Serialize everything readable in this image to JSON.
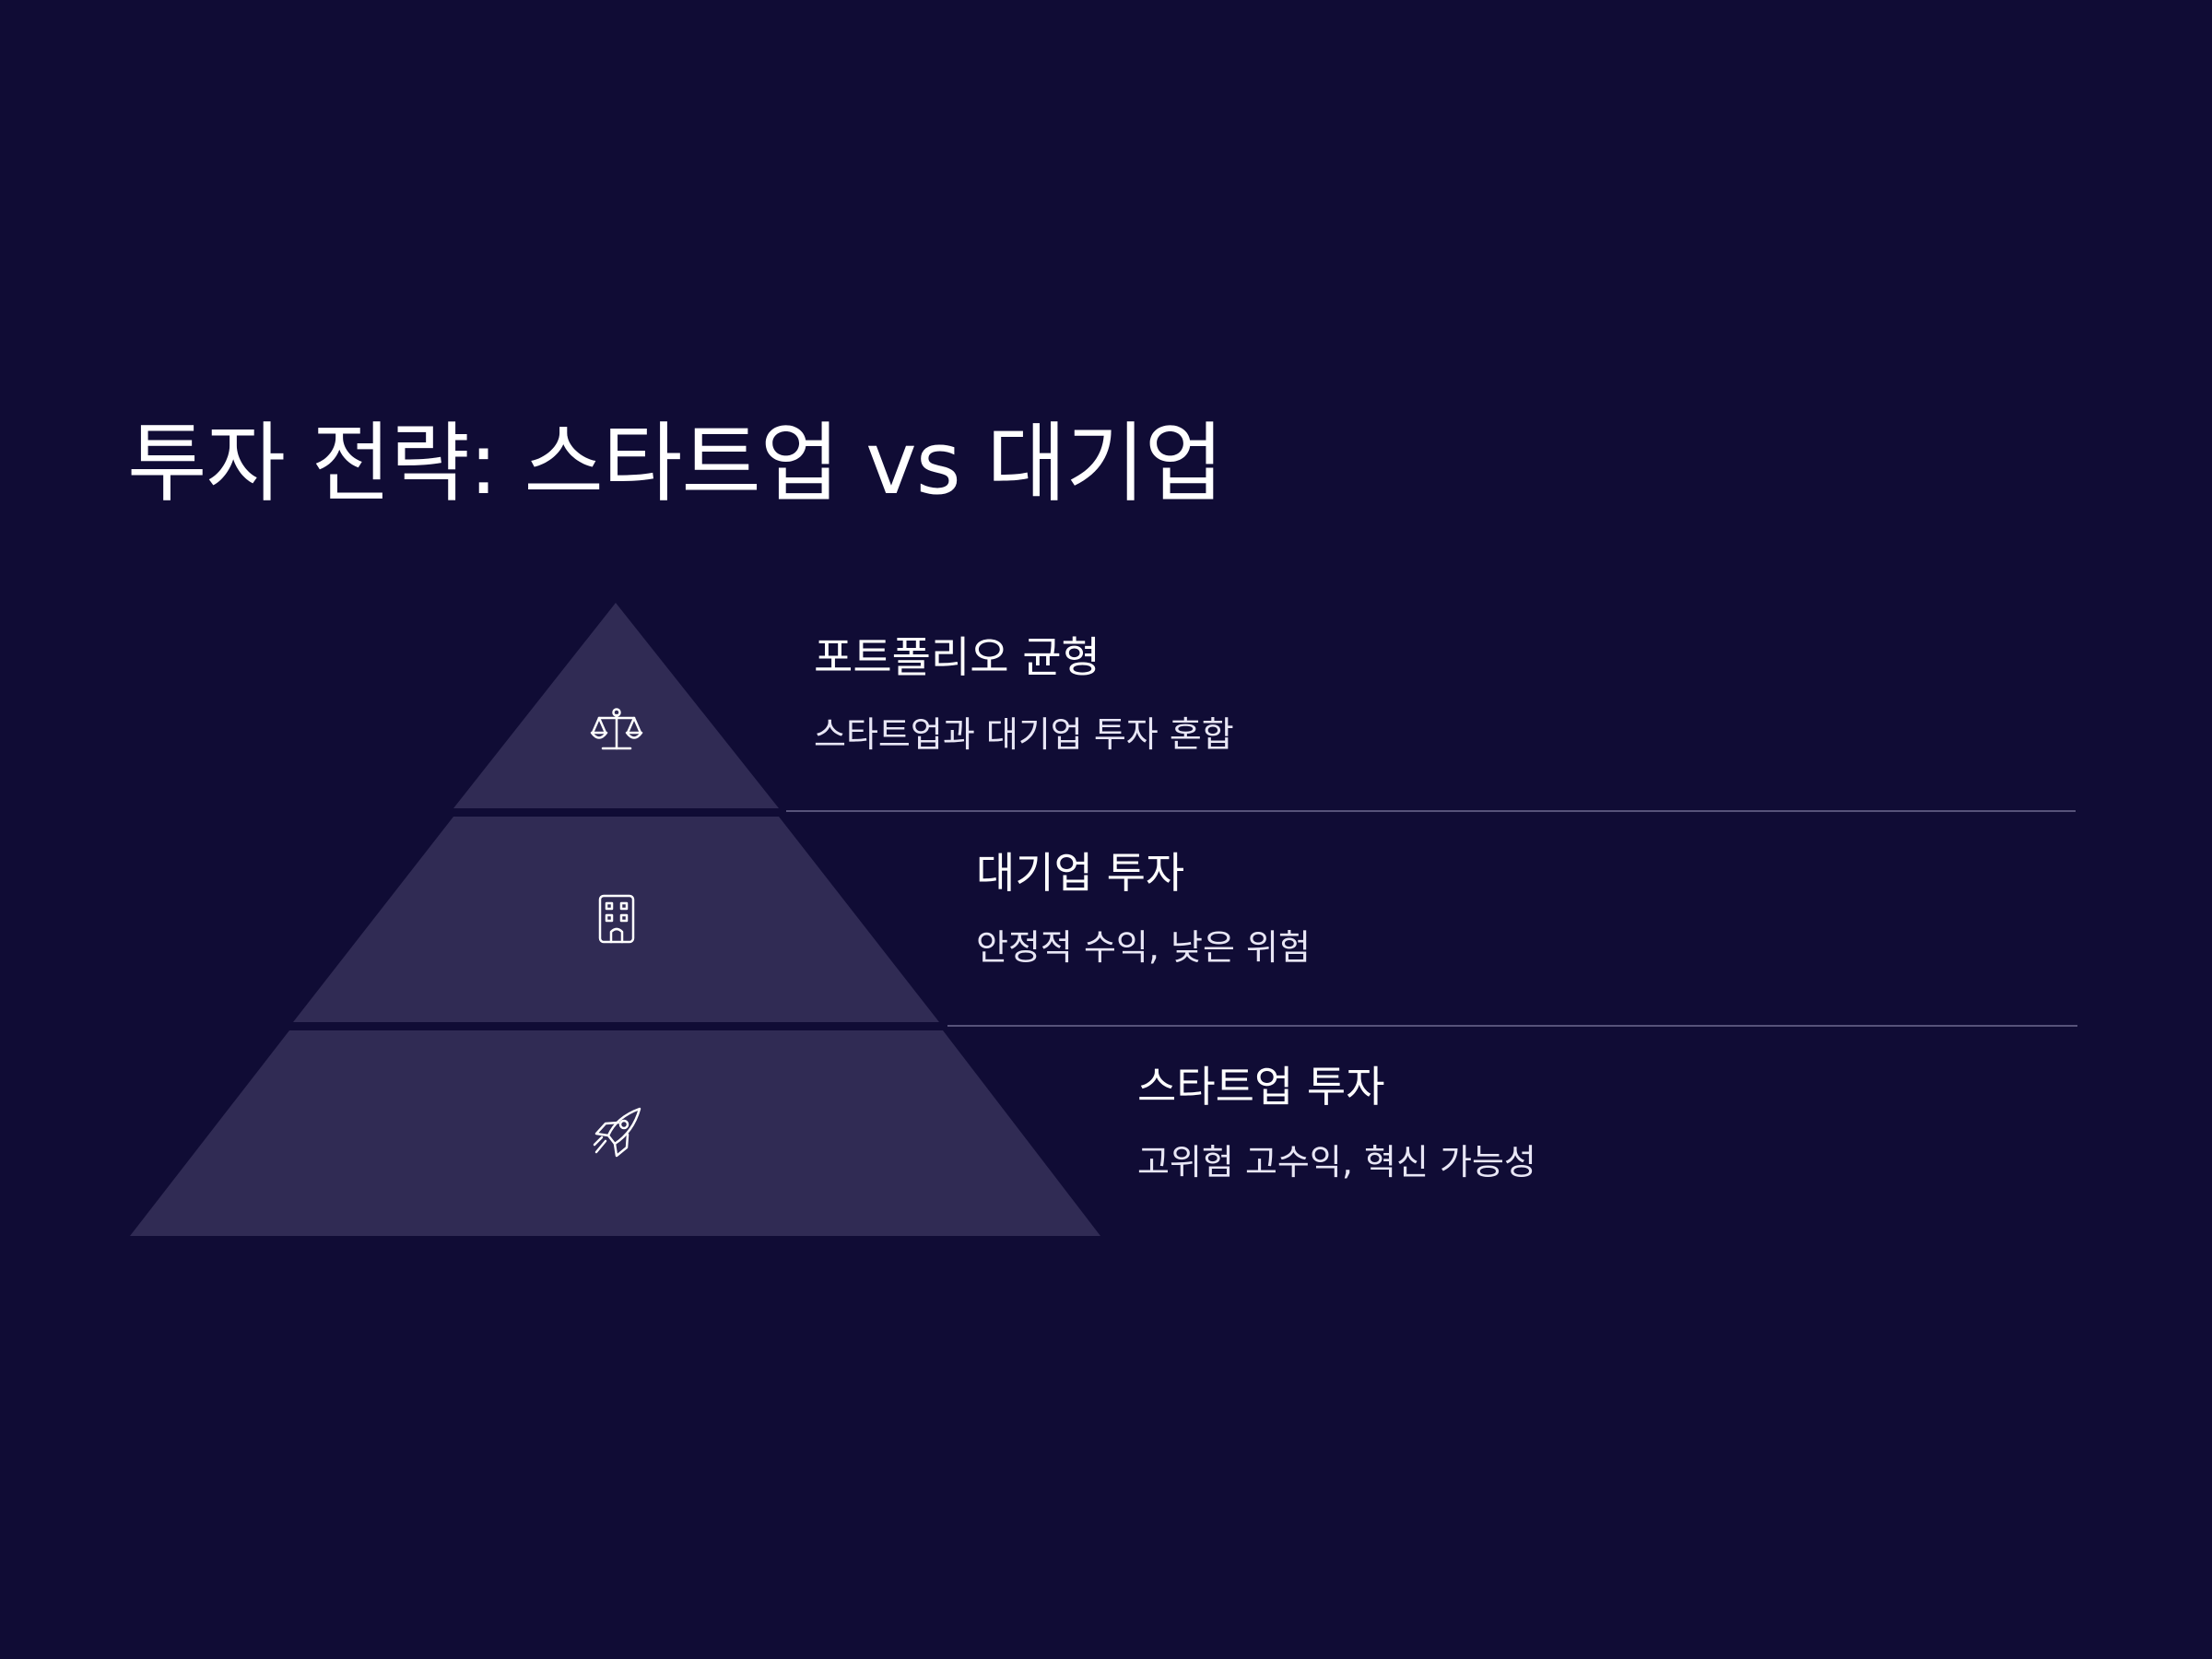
{
  "slide": {
    "title": "투자 전략: 스타트업 vs 대기업"
  },
  "pyramid": {
    "layers": [
      {
        "heading": "포트폴리오 균형",
        "description": "스타트업과 대기업 투자 혼합",
        "icon": "balance-scale-icon"
      },
      {
        "heading": "대기업 투자",
        "description": "안정적 수익, 낮은 위험",
        "icon": "building-icon"
      },
      {
        "heading": "스타트업 투자",
        "description": "고위험 고수익, 혁신 가능성",
        "icon": "rocket-icon"
      }
    ]
  },
  "colors": {
    "background": "#100c35",
    "layer_fill": "#302b54",
    "divider": "#57537a",
    "text": "#ffffff"
  }
}
